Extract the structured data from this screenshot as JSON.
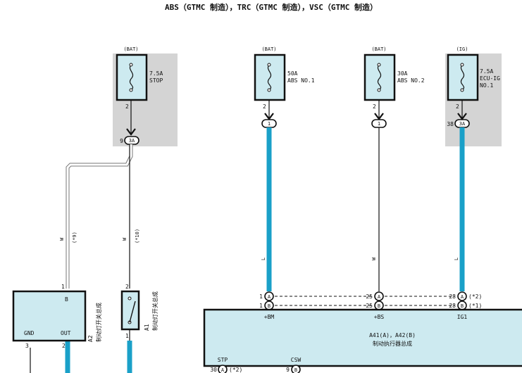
{
  "title": "ABS（GTMC 制造），TRC（GTMC 制造），VSC（GTMC 制造）",
  "fuses": [
    {
      "source": "(BAT)",
      "rating": "7.5A",
      "name": "STOP",
      "name2": "",
      "pin": "2",
      "connector": "3A",
      "connector_pin": "9"
    },
    {
      "source": "(BAT)",
      "rating": "50A",
      "name": "ABS NO.1",
      "name2": "",
      "pin": "2",
      "connector": "1",
      "connector_pin": ""
    },
    {
      "source": "(BAT)",
      "rating": "30A",
      "name": "ABS NO.2",
      "name2": "",
      "pin": "2",
      "connector": "1",
      "connector_pin": ""
    },
    {
      "source": "(IG)",
      "rating": "7.5A",
      "name": "ECU-IG",
      "name2": "NO.1",
      "pin": "2",
      "connector": "3A",
      "connector_pin": "38"
    }
  ],
  "wires": {
    "w_g1": "W",
    "n_g1": "(*9)",
    "w_g2": "W",
    "n_g2": "(*10)",
    "w_m2": "L",
    "w_m3": "W",
    "w_m4": "L"
  },
  "components": {
    "a2": {
      "label": "A2 制动灯开关总成",
      "label_a": "A2",
      "label_b": "制动灯开关总成",
      "pin_b_num": "1",
      "pin_b": "B",
      "pin_gnd": "GND",
      "pin_out": "OUT",
      "pin_gnd_num": "3",
      "pin_out_num": "2"
    },
    "a1": {
      "label": "A1 制动灯开关总成",
      "label_a": "A1",
      "label_b": "制动灯开关总成",
      "pin_top": "2",
      "pin_bot": "1"
    },
    "actuator": {
      "name": "A41(A)，A42(B)",
      "desc": "制动执行器总成",
      "pins": [
        "+BM",
        "+BS",
        "IG1",
        "STP",
        "CSW"
      ],
      "rowA": [
        {
          "num": "1",
          "c": "A",
          "note": ""
        },
        {
          "num": "25",
          "c": "A",
          "note": ""
        },
        {
          "num": "28",
          "c": "A",
          "note": "(*2)"
        }
      ],
      "rowB": [
        {
          "num": "1",
          "c": "B",
          "note": ""
        },
        {
          "num": "25",
          "c": "B",
          "note": ""
        },
        {
          "num": "28",
          "c": "B",
          "note": "(*1)"
        }
      ],
      "bottom": [
        {
          "num": "30",
          "c": "A",
          "note": "(*2)"
        },
        {
          "num": "9",
          "c": "B",
          "note": ""
        }
      ]
    }
  },
  "colors": {
    "fill": "#cdeaf0",
    "gray": "#d4d4d4",
    "wire_blue": "#1aa0c8",
    "line": "#111111"
  }
}
